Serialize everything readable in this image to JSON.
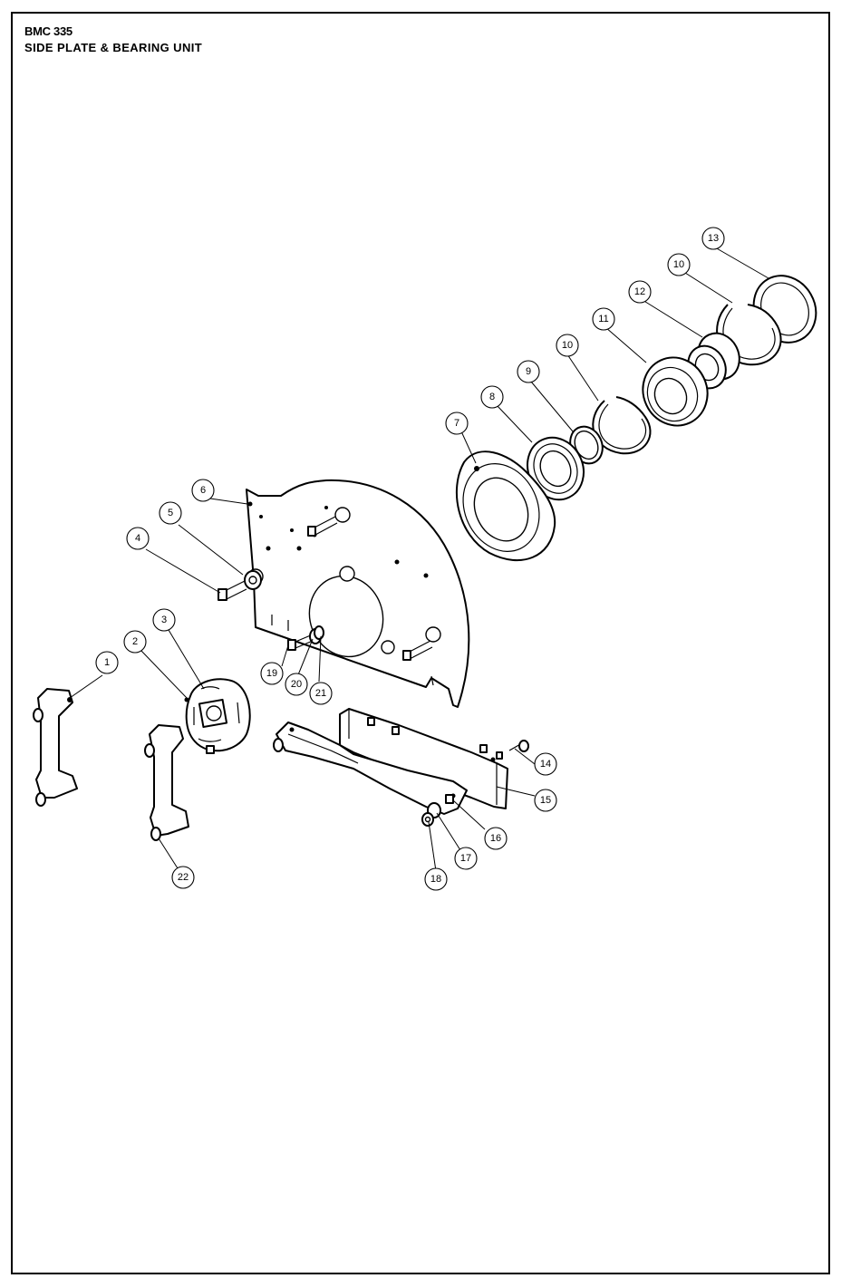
{
  "header": {
    "model": "BMC 335",
    "title": "SIDE PLATE & BEARING UNIT"
  },
  "callouts": [
    "1",
    "2",
    "3",
    "4",
    "5",
    "6",
    "7",
    "8",
    "9",
    "10",
    "10",
    "11",
    "12",
    "13",
    "14",
    "15",
    "16",
    "17",
    "18",
    "19",
    "20",
    "21",
    "22"
  ]
}
